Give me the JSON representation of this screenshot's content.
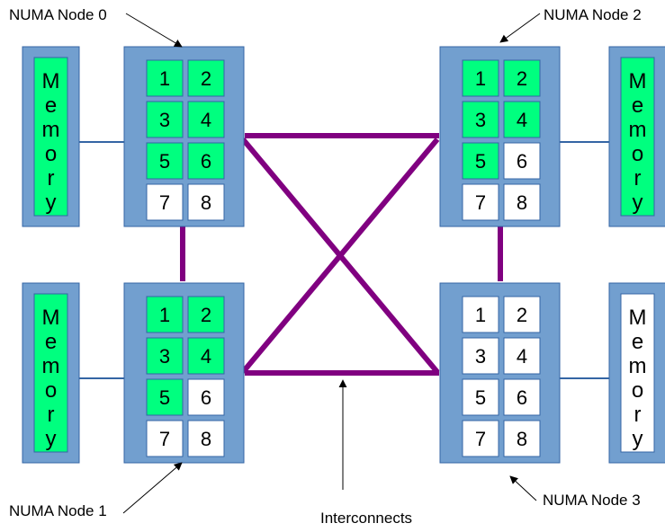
{
  "colors": {
    "node_fill": "#729fcf",
    "node_stroke": "#3465a4",
    "active_cell": "#00ff7f",
    "idle_cell": "#ffffff",
    "interconnect": "#800080",
    "memory_link": "#3465a4"
  },
  "memory_label": "Memory",
  "interconnects_label": "Interconnects",
  "nodes": [
    {
      "label": "NUMA Node 0",
      "memory_active": true,
      "cells": [
        {
          "n": "1",
          "active": true
        },
        {
          "n": "2",
          "active": true
        },
        {
          "n": "3",
          "active": true
        },
        {
          "n": "4",
          "active": true
        },
        {
          "n": "5",
          "active": true
        },
        {
          "n": "6",
          "active": true
        },
        {
          "n": "7",
          "active": false
        },
        {
          "n": "8",
          "active": false
        }
      ]
    },
    {
      "label": "NUMA Node 1",
      "memory_active": true,
      "cells": [
        {
          "n": "1",
          "active": true
        },
        {
          "n": "2",
          "active": true
        },
        {
          "n": "3",
          "active": true
        },
        {
          "n": "4",
          "active": true
        },
        {
          "n": "5",
          "active": true
        },
        {
          "n": "6",
          "active": false
        },
        {
          "n": "7",
          "active": false
        },
        {
          "n": "8",
          "active": false
        }
      ]
    },
    {
      "label": "NUMA Node 2",
      "memory_active": true,
      "cells": [
        {
          "n": "1",
          "active": true
        },
        {
          "n": "2",
          "active": true
        },
        {
          "n": "3",
          "active": true
        },
        {
          "n": "4",
          "active": true
        },
        {
          "n": "5",
          "active": true
        },
        {
          "n": "6",
          "active": false
        },
        {
          "n": "7",
          "active": false
        },
        {
          "n": "8",
          "active": false
        }
      ]
    },
    {
      "label": "NUMA Node 3",
      "memory_active": false,
      "cells": [
        {
          "n": "1",
          "active": false
        },
        {
          "n": "2",
          "active": false
        },
        {
          "n": "3",
          "active": false
        },
        {
          "n": "4",
          "active": false
        },
        {
          "n": "5",
          "active": false
        },
        {
          "n": "6",
          "active": false
        },
        {
          "n": "7",
          "active": false
        },
        {
          "n": "8",
          "active": false
        }
      ]
    }
  ]
}
